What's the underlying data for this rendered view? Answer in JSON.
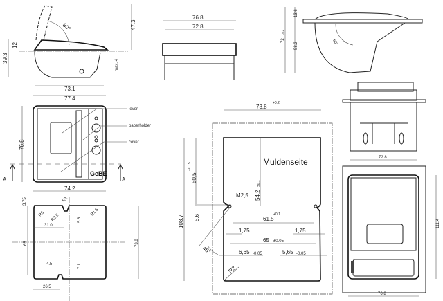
{
  "side_view": {
    "dims": {
      "lid_height": "47.3",
      "total_height": "39.3",
      "top_height": "12",
      "max": "max. 4",
      "angle": "80°",
      "inner_width": "73.1",
      "outer_width": "77.4"
    }
  },
  "front_view": {
    "dims": {
      "height": "76.8",
      "width_bottom": "74.2"
    },
    "callouts": {
      "lever": "lever",
      "paperholder": "paperholder",
      "cover": "cover"
    },
    "section_marks": [
      "A",
      "A"
    ],
    "logo": "GeBE"
  },
  "cutout_view": {
    "dims": {
      "d1": "3.75",
      "r1": "R1",
      "r8": "R8",
      "r2_5": "R2.5",
      "r1_5": "R1.5",
      "d31": "31.0",
      "d5_8": "5.8",
      "d65": "65",
      "d73_8": "73.8",
      "d4_5": "4.5",
      "d7_1": "7.1",
      "d26_5": "26.5"
    }
  },
  "top_view": {
    "dims": {
      "outer": "76.8",
      "inner": "72.8"
    }
  },
  "right_side_view": {
    "dims": {
      "top": "13.6",
      "total": "72",
      "total_tol": "-0.2",
      "lower": "58.2",
      "angle": "50°"
    }
  },
  "rear_view": {
    "dims": {
      "width": "72.8"
    }
  },
  "bottom_view": {
    "dims": {
      "height": "111.4",
      "width": "76.8"
    }
  },
  "cutout_drawing": {
    "label": "Muldenseite",
    "dims": {
      "width": "73.8",
      "width_tol": "+0.2",
      "h50_5": "50,5",
      "h50_5_tol": "+0.15",
      "h54_2": "54,2",
      "h54_2_tol": "±0.1",
      "thread": "M2,5",
      "d5_6": "5,6",
      "h108_7": "108,7",
      "d61_5": "61,5",
      "d61_5_tol": "+0.1",
      "d1_75_left": "1,75",
      "d1_75_right": "1,75",
      "d65": "65",
      "d65_tol": "±0.05",
      "angle": "45°",
      "d6_65": "6,65",
      "d6_65_tol": "-0.05",
      "d5_65": "5,65",
      "d5_65_tol": "-0.05",
      "radius": "R3"
    }
  }
}
